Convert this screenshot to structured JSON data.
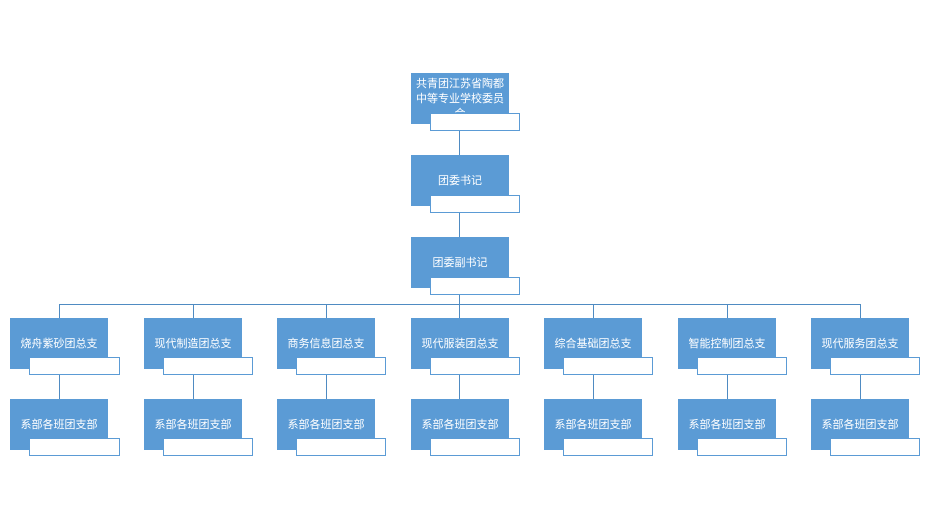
{
  "org_chart": {
    "root": {
      "label": "共青团江苏省陶都中等专业学校委员会"
    },
    "secretary": {
      "label": "团委书记"
    },
    "deputy_secretary": {
      "label": "团委副书记"
    },
    "branches": [
      {
        "label": "烧舟紫砂团总支",
        "child": "系部各班团支部"
      },
      {
        "label": "现代制造团总支",
        "child": "系部各班团支部"
      },
      {
        "label": "商务信息团总支",
        "child": "系部各班团支部"
      },
      {
        "label": "现代服装团总支",
        "child": "系部各班团支部"
      },
      {
        "label": "综合基础团总支",
        "child": "系部各班团支部"
      },
      {
        "label": "智能控制团总支",
        "child": "系部各班团支部"
      },
      {
        "label": "现代服务团总支",
        "child": "系部各班团支部"
      }
    ]
  },
  "colors": {
    "node_fill": "#5b9bd5",
    "connector": "#4f8bc2",
    "text": "#ffffff"
  }
}
